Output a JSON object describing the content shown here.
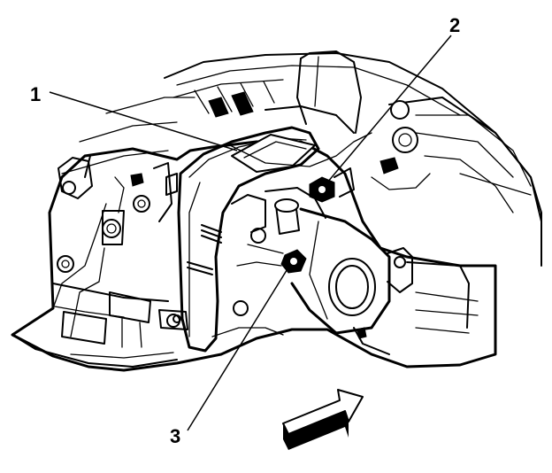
{
  "diagram": {
    "callouts": [
      {
        "id": "1",
        "label": "1"
      },
      {
        "id": "2",
        "label": "2"
      },
      {
        "id": "3",
        "label": "3"
      }
    ],
    "direction_arrow": {
      "icon": "direction-arrow-icon"
    }
  }
}
